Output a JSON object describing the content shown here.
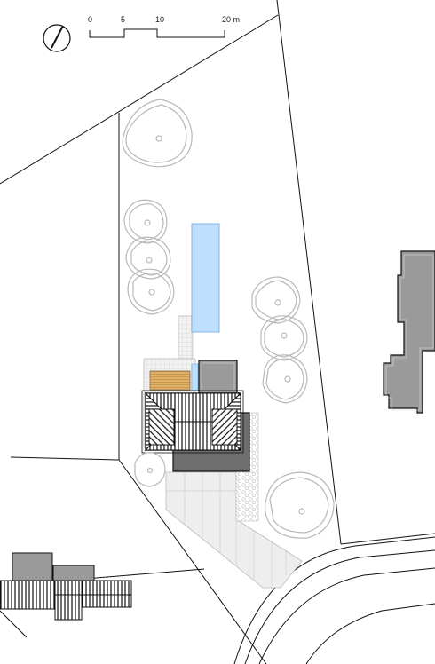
{
  "scale_bar": {
    "labels": [
      "0",
      "5",
      "10",
      "20 m"
    ]
  },
  "north_arrow": {
    "icon": "north-arrow-icon"
  },
  "colors": {
    "line": "#111111",
    "tree": "#b9b9b9",
    "pool": "#bfdfff",
    "pool_stroke": "#7fb4e6",
    "building_gray": "#9a9a9a",
    "building_dark": "#6e6e6e",
    "paving": "#eeeeee",
    "deck": "#e2b268"
  }
}
